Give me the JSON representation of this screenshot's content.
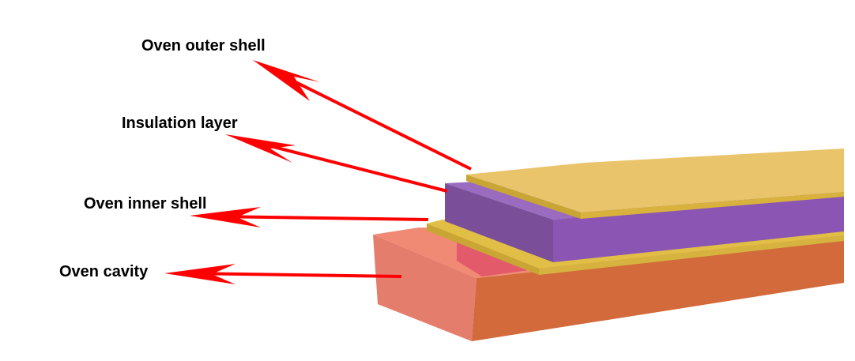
{
  "labels": {
    "outer_shell": "Oven outer shell",
    "insulation": "Insulation layer",
    "inner_shell": "Oven inner shell",
    "cavity": "Oven cavity"
  },
  "colors": {
    "outer_shell_top": "#E9C46A",
    "outer_shell_side": "#D8B23C",
    "insulation_front": "#7A4E99",
    "insulation_side": "#8B55B4",
    "inner_shell_top": "#E1BE45",
    "inner_shell_side": "#C9A634",
    "cavity_front": "#E47D6B",
    "cavity_top": "#F08A74",
    "cavity_side": "#D26A3C",
    "cavity_inner": "#E35A6A",
    "arrow": "#FF0000"
  }
}
